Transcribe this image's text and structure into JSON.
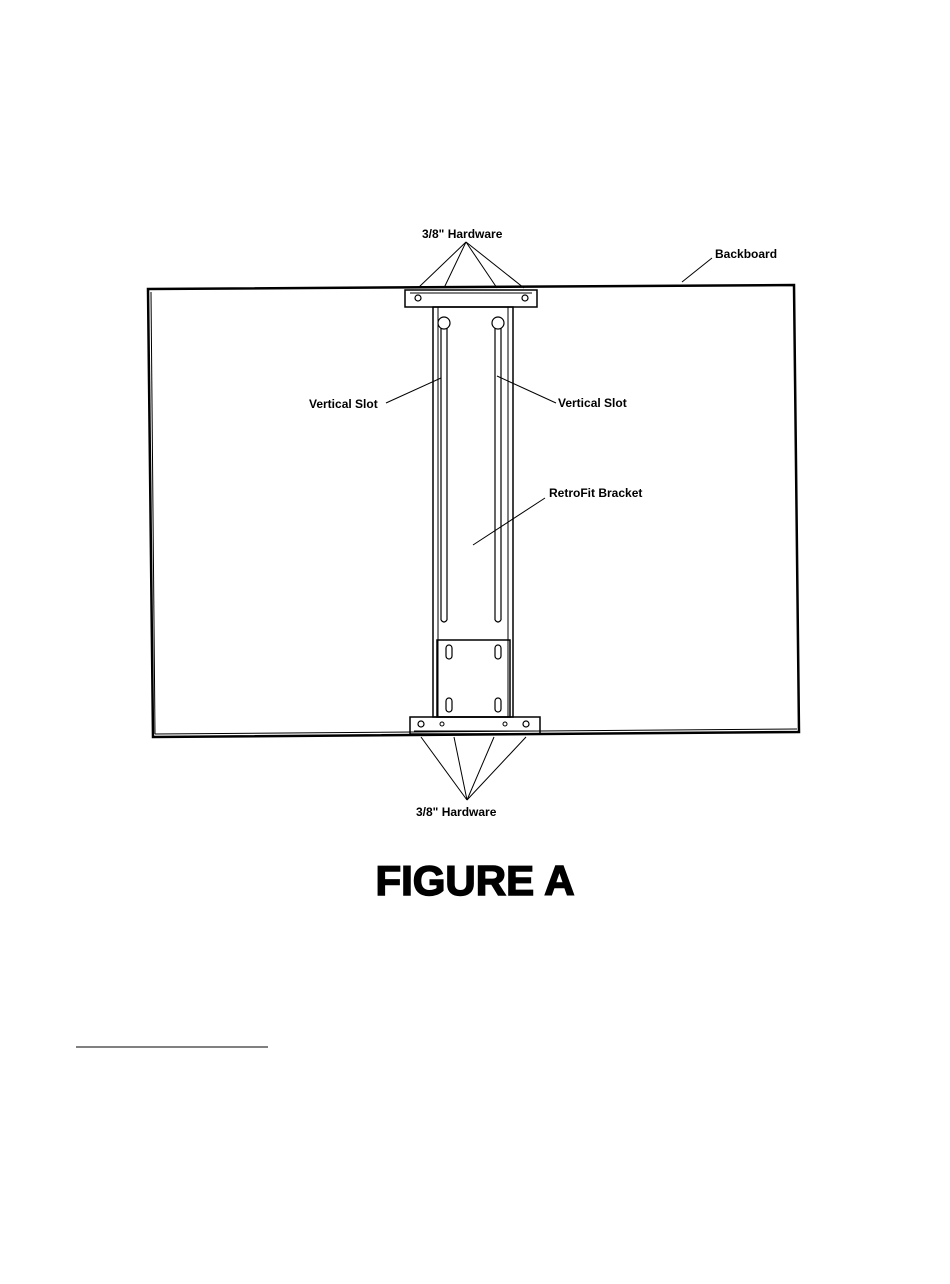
{
  "labels": {
    "hardware_top": "3/8\" Hardware",
    "backboard": "Backboard",
    "vertical_slot_left": "Vertical Slot",
    "vertical_slot_right": "Vertical Slot",
    "retrofit_bracket": "RetroFit Bracket",
    "hardware_bottom": "3/8\" Hardware"
  },
  "figure_title": "FIGURE A"
}
